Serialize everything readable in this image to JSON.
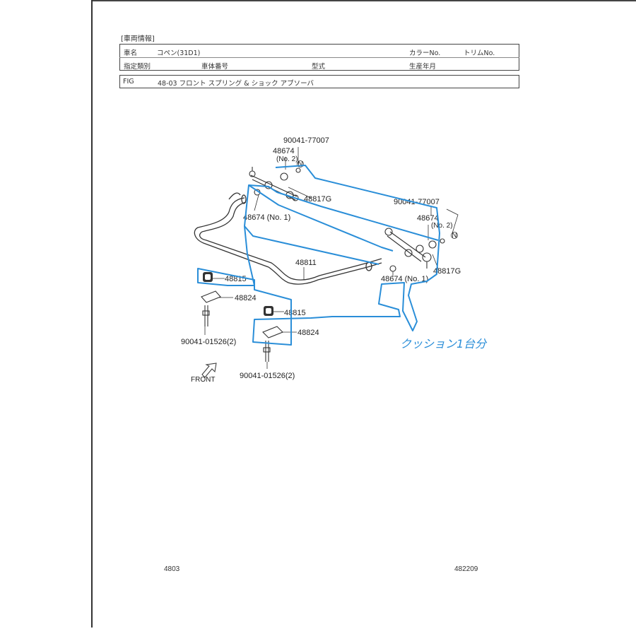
{
  "header": {
    "section_title": "[車両情報]",
    "car_name_label": "車名",
    "car_name_value": "コペン(31D1)",
    "color_no_label": "カラーNo.",
    "trim_no_label": "トリムNo.",
    "category_label": "指定類別",
    "chassis_no_label": "車体番号",
    "model_label": "型式",
    "production_label": "生産年月"
  },
  "fig": {
    "label": "FIG",
    "text": "48-03 フロント スプリング & ショック アブソーバ"
  },
  "parts": {
    "p1": "90041-77007",
    "p2": "48674",
    "p3": "(No. 2)",
    "p4": "48817G",
    "p5": "48674 (No. 1)",
    "p6": "90041-77007",
    "p7": "48674",
    "p8": "(No. 2)",
    "p9": "48817G",
    "p10": "48811",
    "p11": "48674 (No. 1)",
    "p12": "48815",
    "p13": "48824",
    "p14": "90041-01526(2)",
    "p15": "48815",
    "p16": "48824",
    "p17": "90041-01526(2)",
    "front": "FRONT",
    "n_mark": "N"
  },
  "annotation": {
    "handwritten": "クッション1台分"
  },
  "footer": {
    "left": "4803",
    "right": "482209"
  },
  "colors": {
    "annotation": "#2a8ed8",
    "line": "#333333"
  }
}
